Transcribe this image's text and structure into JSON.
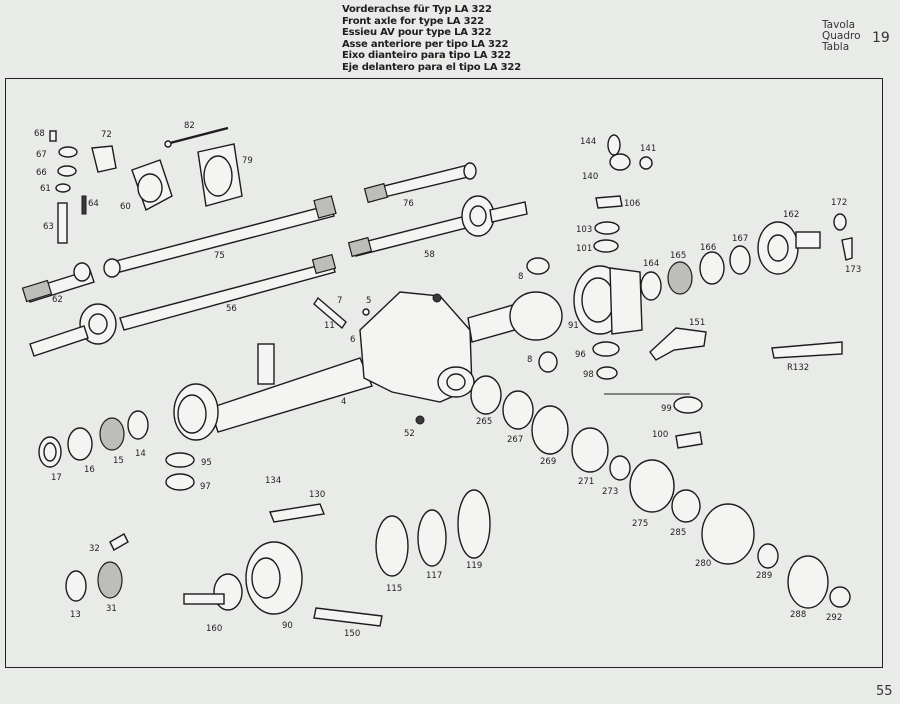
{
  "header": {
    "titles": [
      "Vorderachse für Typ LA 322",
      "Front axle for type LA 322",
      "Essieu AV pour type LA 322",
      "Asse anteriore per tipo LA 322",
      "Eixo dianteiro para tipo LA 322",
      "Eje delantero para el tipo LA 322"
    ],
    "plate_labels": [
      "Tavola",
      "Quadro",
      "Tabla"
    ],
    "plate_number": "19"
  },
  "page_number": "55",
  "part_labels": {
    "p68": "68",
    "p67": "67",
    "p66": "66",
    "p61": "61",
    "p63": "63",
    "p64": "64",
    "p72": "72",
    "p60": "60",
    "p82": "82",
    "p79": "79",
    "p76": "76",
    "p75": "75",
    "p58": "58",
    "p62": "62",
    "p56": "56",
    "p7": "7",
    "p5": "5",
    "p11": "11",
    "p6": "6",
    "p4": "4",
    "p52": "52",
    "p8a": "8",
    "p8b": "8",
    "p91": "91",
    "p144": "144",
    "p141": "141",
    "p140": "140",
    "p106": "106",
    "p103": "103",
    "p101": "101",
    "p164": "164",
    "p165": "165",
    "p166": "166",
    "p167": "167",
    "p162": "162",
    "p172": "172",
    "p173": "173",
    "p151": "151",
    "pR132": "R132",
    "p96": "96",
    "p98": "98",
    "p99": "99",
    "p100": "100",
    "p17": "17",
    "p16": "16",
    "p15": "15",
    "p14": "14",
    "p95": "95",
    "p97": "97",
    "p265": "265",
    "p267": "267",
    "p269": "269",
    "p271": "271",
    "p273": "273",
    "p275": "275",
    "p285": "285",
    "p280": "280",
    "p289": "289",
    "p288": "288",
    "p292": "292",
    "p134": "134",
    "p130": "130",
    "p32": "32",
    "p13": "13",
    "p31": "31",
    "p160": "160",
    "p90": "90",
    "p150": "150",
    "p115": "115",
    "p117": "117",
    "p119": "119"
  }
}
